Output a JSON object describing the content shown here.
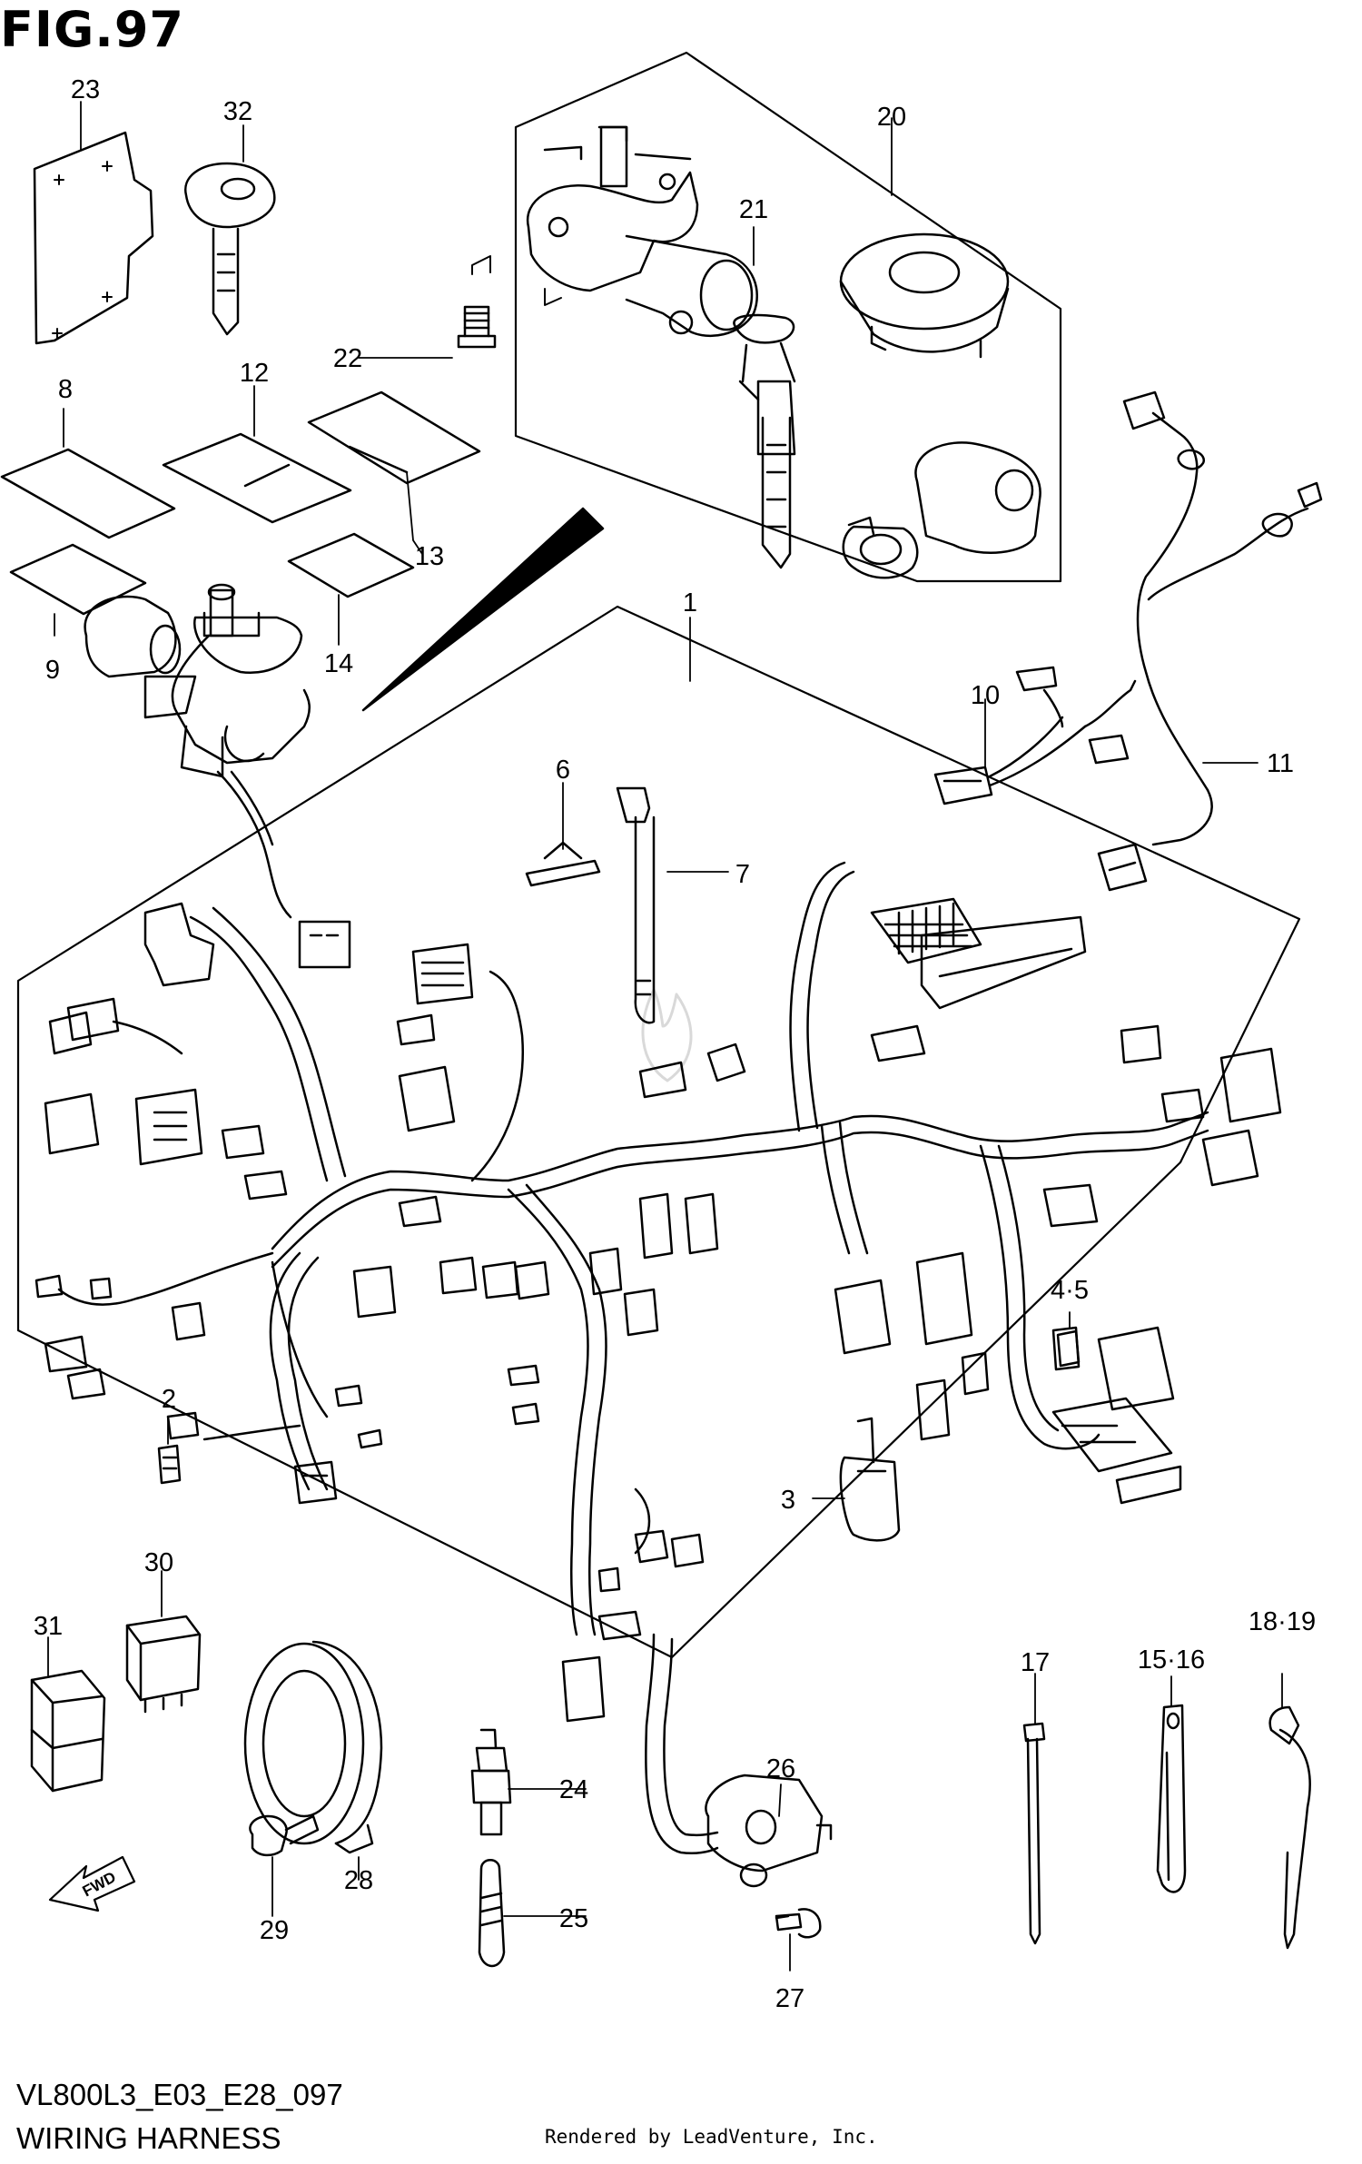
{
  "figure": {
    "title": "FIG.97",
    "model_code": "VL800L3_E03_E28_097",
    "section_title": "WIRING HARNESS",
    "rendered_by": "Rendered by LeadVenture, Inc.",
    "watermark": "LEADVENTURE",
    "fwd_label": "FWD"
  },
  "callouts": [
    "1",
    "2",
    "3",
    "4·5",
    "6",
    "7",
    "8",
    "9",
    "10",
    "11",
    "12",
    "13",
    "14",
    "17",
    "15·16",
    "18·19",
    "20",
    "21",
    "22",
    "23",
    "24",
    "25",
    "26",
    "27",
    "28",
    "29",
    "30",
    "31",
    "32"
  ],
  "colors": {
    "line": "#000000",
    "background": "#ffffff",
    "watermark": "#d9d9d9"
  }
}
